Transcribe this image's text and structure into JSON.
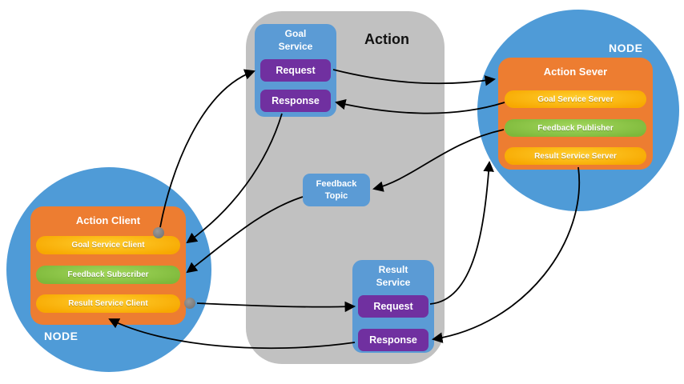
{
  "action": {
    "label": "Action",
    "goal_service": {
      "title": "Goal Service",
      "request_label": "Request",
      "response_label": "Response"
    },
    "feedback_topic": {
      "title": "Feedback Topic"
    },
    "result_service": {
      "title": "Result Service",
      "request_label": "Request",
      "response_label": "Response"
    }
  },
  "client_node": {
    "node_label": "NODE",
    "title": "Action Client",
    "pills": [
      {
        "label": "Goal Service Client"
      },
      {
        "label": "Feedback Subscriber"
      },
      {
        "label": "Result Service Client"
      }
    ]
  },
  "server_node": {
    "node_label": "NODE",
    "title": "Action Sever",
    "pills": [
      {
        "label": "Goal Service Server"
      },
      {
        "label": "Feedback Publisher"
      },
      {
        "label": "Result Service Server"
      }
    ]
  },
  "colors": {
    "node_blue": "#4f9bd7",
    "container_gray": "#c1c1c1",
    "box_orange": "#ed7d31",
    "pill_yellow": "#f9b115",
    "pill_green": "#8dc63f",
    "service_blue": "#5b9bd5",
    "button_purple": "#7030a0",
    "connector_dot_gray": "#7f7f7f",
    "arrow_black": "#000000"
  }
}
